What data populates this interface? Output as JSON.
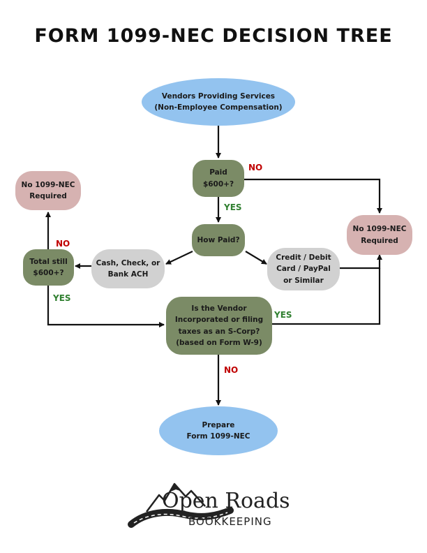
{
  "title": "FORM 1099-NEC DECISION TREE",
  "nodes": {
    "vendors": "Vendors Providing Services\n(Non-Employee Compensation)",
    "paid600": "Paid\n$600+?",
    "howPaid": "How Paid?",
    "cash": "Cash, Check, or\nBank ACH",
    "credit": "Credit / Debit\nCard / PayPal\nor Similar",
    "totalStill": "Total still\n$600+?",
    "noNecLeft": "No 1099-NEC\nRequired",
    "noNecRight": "No 1099-NEC\nRequired",
    "incorporated": "Is the Vendor\nIncorporated or filing\ntaxes as an S-Corp?\n(based on Form W-9)",
    "prepare": "Prepare\nForm 1099-NEC"
  },
  "labels": {
    "noPaid": "NO",
    "yesPaid": "YES",
    "noTotal": "NO",
    "yesTotal": "YES",
    "yesIncorporated": "YES",
    "noIncorporated": "NO"
  },
  "logo": {
    "name": "Open Roads",
    "sub": "BOOKKEEPING"
  },
  "colors": {
    "oval": "#93c3ef",
    "decision": "#7b8b66",
    "noResult": "#d6b2b1",
    "method": "#d1d1d1",
    "no": "#c00000",
    "yes": "#2f7f2f"
  }
}
